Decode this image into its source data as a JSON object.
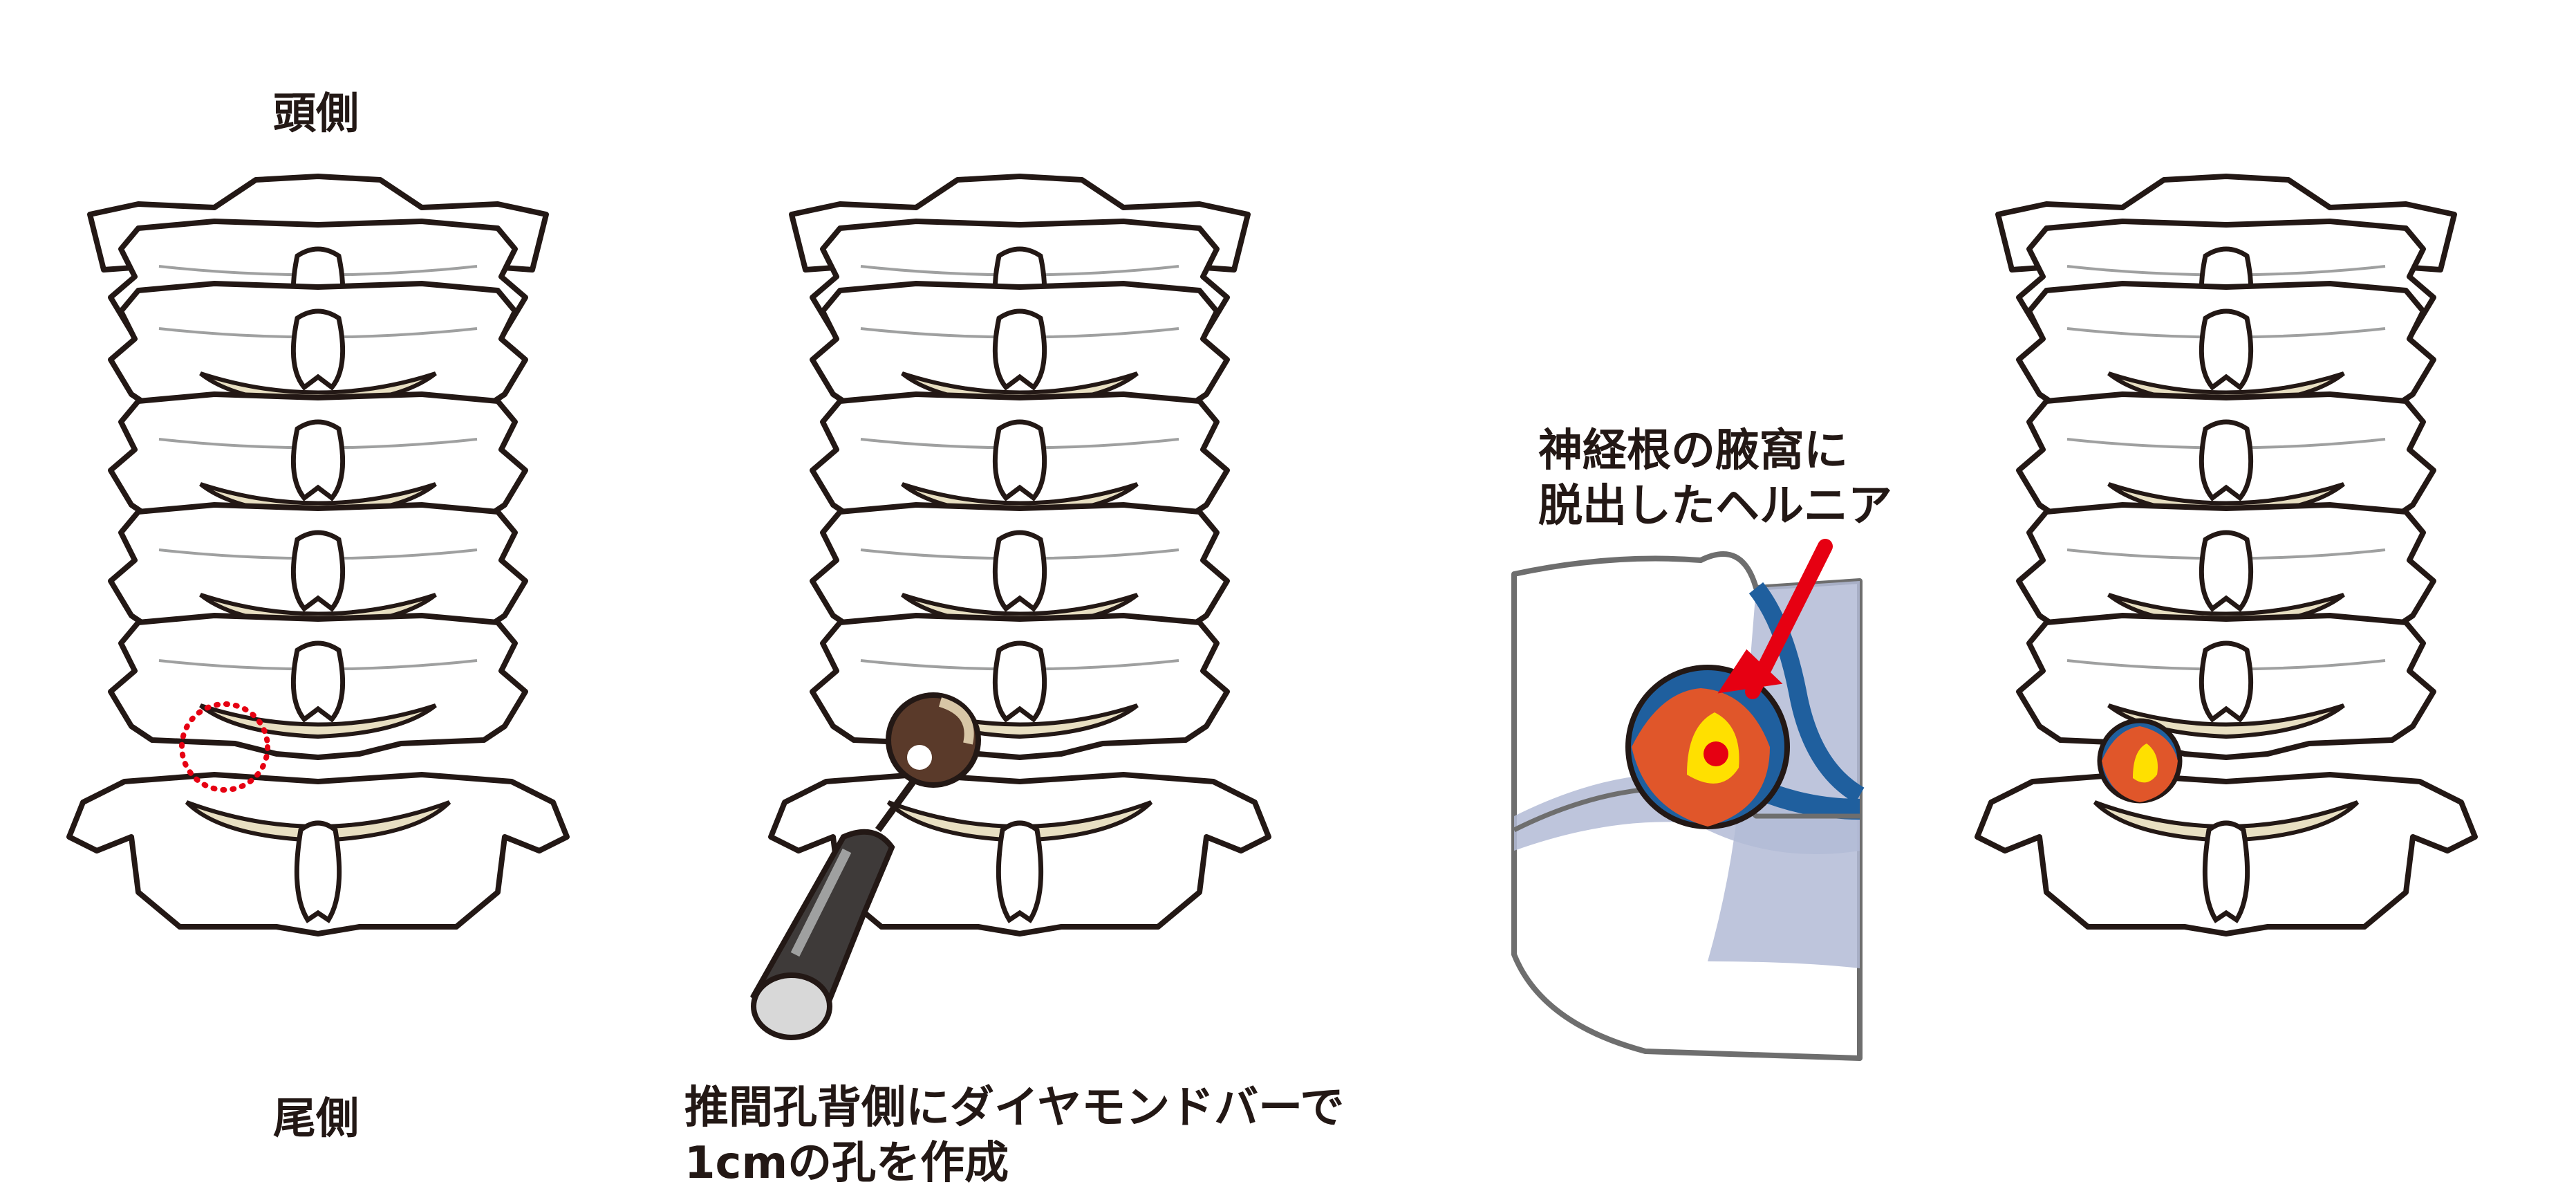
{
  "labels": {
    "cranial": "頭側",
    "caudal": "尾側",
    "procedure_line1": "推間孔背側にダイヤモンドバーで",
    "procedure_line2": "1cmの孔を作成",
    "hernia_line1": "神経根の腋窩に",
    "hernia_line2": "脱出したヘルニア"
  },
  "colors": {
    "bone_fill": "#ffffff",
    "outline": "#231815",
    "disc": "#e8dfc2",
    "marker_dotted_circle": "#e60012",
    "arrow": "#e60012",
    "nerve_root": "#1f5f9e",
    "dura": "#b3bbd6",
    "hernia_outer": "#e0562a",
    "hernia_core": "#ffe000",
    "drill_shaft": "#3e3a39",
    "burr_head": "#5a3a2a"
  },
  "icons": [
    "dotted-circle-marker",
    "diamond-burr-drill-icon",
    "red-arrow-icon"
  ]
}
